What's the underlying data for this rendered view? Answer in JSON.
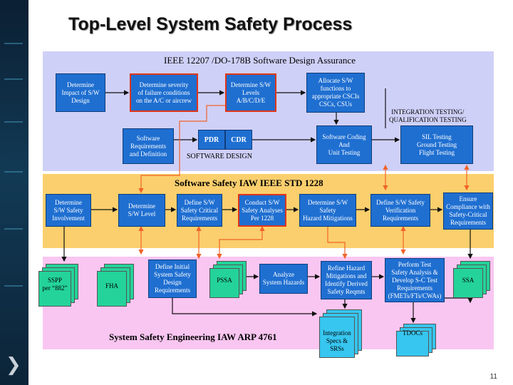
{
  "title": "Top-Level System Safety Process",
  "page_number": "11",
  "panels": {
    "top_label": "IEEE 12207 /DO-178B Software Design Assurance",
    "middle_label": "Software Safety IAW IEEE STD 1228",
    "bottom_label": "System Safety Engineering IAW ARP 4761",
    "software_design_label": "SOFTWARE DESIGN",
    "integration_label": "INTEGRATION TESTING/\nQUALIFICATION TESTING"
  },
  "top_boxes": {
    "b1": "Determine\nImpact of S/W\nDesign",
    "b2": "Determine severity\nof failure conditions\non the A/C or aircrew",
    "b3": "Determine S/W\nLevels\nA/B/C/D/E",
    "b4": "Allocate S/W\nfunctions to\nappropriate CSCIs\nCSCs, CSUs",
    "b5": "Software\nRequirements\nand Definition",
    "pdr": "PDR",
    "cdr": "CDR",
    "b6": "Software Coding\nAnd\nUnit Testing",
    "b7": "SIL Testing\nGround Testing\nFlight Testing"
  },
  "middle_boxes": {
    "m1": "Determine\nS/W Safety\nInvolvement",
    "m2": "Determine\nS/W Level",
    "m3": "Define S/W\nSafety Critical\nRequirements",
    "m4": "Conduct S/W\nSafety Analyses\nPer 1228",
    "m5": "Determine S/W\nSafety\nHazard Mitigations",
    "m6": "Define S/W Safety\nVerification\nRequirements",
    "m7": "Ensure\nCompliance with\nSafety-Critical\nRequirements"
  },
  "bottom_items": {
    "sspp": "SSPP\nper “882”",
    "fha": "FHA",
    "b_define": "Define Initial\nSystem Safety\nDesign\nRequirements",
    "pssa": "PSSA",
    "analyze": "Analyze\nSystem Hazards",
    "refine": "Refine Hazard\nMitigations and\nIdentify Derived\nSafety Reqmts",
    "perform": "Perform Test\nSafety Analysis &\nDevelop S-C Test\nRequirements\n(FMETs/FTs/CWAs)",
    "ssa": "SSA",
    "integration": "Integration\nSpecs &\nSRSs",
    "tdocs": "TDOCs"
  },
  "colors": {
    "box_blue": "#1f6fd1",
    "highlight_red": "#e0361b",
    "top_panel": "#cfd0f7",
    "middle_panel": "#fbcf6d",
    "bottom_panel": "#f9c6f1",
    "doc_green": "#24d39a",
    "doc_cyan": "#37c6ef",
    "arrow_orange": "#f0632a"
  }
}
